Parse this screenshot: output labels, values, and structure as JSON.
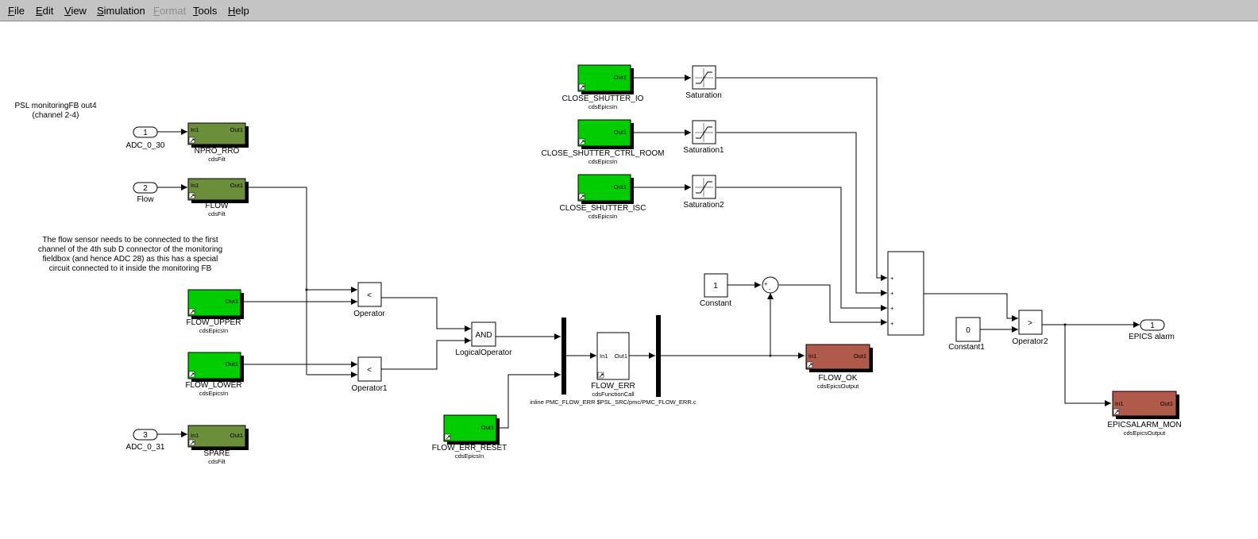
{
  "menu": [
    {
      "label": "File",
      "mnemonic": "F",
      "rest": "ile",
      "enabled": true
    },
    {
      "label": "Edit",
      "mnemonic": "E",
      "rest": "dit",
      "enabled": true
    },
    {
      "label": "View",
      "mnemonic": "V",
      "rest": "iew",
      "enabled": true
    },
    {
      "label": "Simulation",
      "mnemonic": "S",
      "rest": "imulation",
      "enabled": true
    },
    {
      "label": "Format",
      "mnemonic": "F",
      "rest": "ormat",
      "enabled": false
    },
    {
      "label": "Tools",
      "mnemonic": "T",
      "rest": "ools",
      "enabled": true
    },
    {
      "label": "Help",
      "mnemonic": "H",
      "rest": "elp",
      "enabled": true
    }
  ],
  "colors": {
    "epics_in": "#00cc00",
    "filt": "#6b8e3a",
    "output": "#b05a4c",
    "menubar": "#c4c4c4"
  },
  "notes": {
    "psl_line1": "PSL monitoringFB out4",
    "psl_line2": "(channel 2-4)",
    "flow_note": [
      "The flow sensor needs to be connected to the first",
      "channel of the 4th sub D connector of the monitoring",
      "fieldbox (and hence ADC 28) as this has a special",
      "circuit connected to it inside the monitoring FB"
    ]
  },
  "blocks": {
    "inport1": {
      "num": "1",
      "name": "ADC_0_30"
    },
    "inport2": {
      "num": "2",
      "name": "Flow"
    },
    "inport3": {
      "num": "3",
      "name": "ADC_0_31"
    },
    "npro_rro": {
      "name": "NPRO_RRO",
      "type": "cdsFilt",
      "in": "In1",
      "out": "Out1"
    },
    "flow": {
      "name": "FLOW",
      "type": "cdsFilt",
      "in": "In1",
      "out": "Out1"
    },
    "spare": {
      "name": "SPARE",
      "type": "cdsFilt",
      "in": "In1",
      "out": "Out1"
    },
    "flow_upper": {
      "name": "FLOW_UPPER",
      "type": "cdsEpicsIn",
      "out": "Out1"
    },
    "flow_lower": {
      "name": "FLOW_LOWER",
      "type": "cdsEpicsIn",
      "out": "Out1"
    },
    "flow_err_reset": {
      "name": "FLOW_ERR_RESET",
      "type": "cdsEpicsIn",
      "out": "Out1"
    },
    "close_io": {
      "name": "CLOSE_SHUTTER_IO",
      "type": "cdsEpicsIn",
      "out": "Out1"
    },
    "close_ctrl": {
      "name": "CLOSE_SHUTTER_CTRL_ROOM",
      "type": "cdsEpicsIn",
      "out": "Out1"
    },
    "close_isc": {
      "name": "CLOSE_SHUTTER_ISC",
      "type": "cdsEpicsIn",
      "out": "Out1"
    },
    "sat": {
      "name": "Saturation"
    },
    "sat1": {
      "name": "Saturation1"
    },
    "sat2": {
      "name": "Saturation2"
    },
    "operator": {
      "name": "Operator",
      "symbol": "<"
    },
    "operator1": {
      "name": "Operator1",
      "symbol": "<"
    },
    "operator2": {
      "name": "Operator2",
      "symbol": ">"
    },
    "logical": {
      "name": "LogicalOperator",
      "symbol": "AND"
    },
    "flow_err": {
      "name": "FLOW_ERR",
      "type": "cdsFunctionCall",
      "in": "In1",
      "out": "Out1",
      "code": "inline PMC_FLOW_ERR $PSL_SRC/pmc/PMC_FLOW_ERR.c"
    },
    "constant": {
      "name": "Constant",
      "value": "1"
    },
    "constant1": {
      "name": "Constant1",
      "value": "0"
    },
    "sum_small": {
      "plus": "+",
      "minus": "-"
    },
    "sum_big": {
      "signs": [
        "+",
        "+",
        "+",
        "+"
      ]
    },
    "flow_ok": {
      "name": "FLOW_OK",
      "type": "cdsEpicsOutput",
      "in": "In1",
      "out": "Out1"
    },
    "epics_alarm_mon": {
      "name": "EPICSALARM_MON",
      "type": "cdsEpicsOutput",
      "in": "In1",
      "out": "Out1"
    },
    "outport1": {
      "num": "1",
      "name": "EPICS alarm"
    }
  }
}
